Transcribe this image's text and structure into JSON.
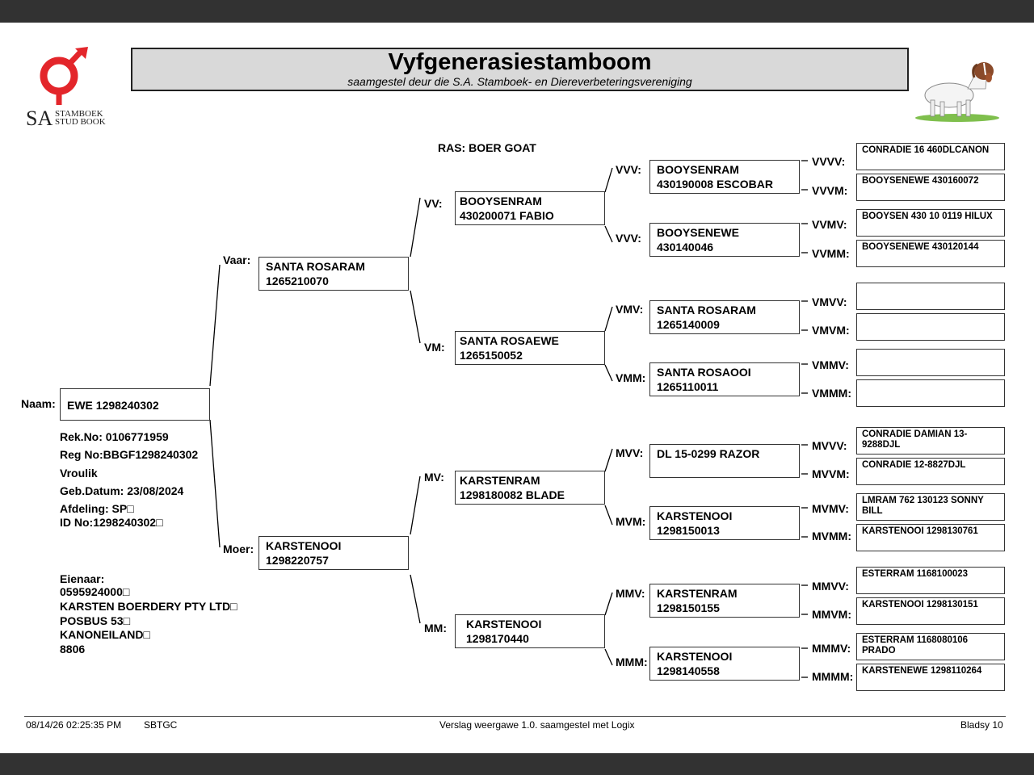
{
  "header": {
    "title": "Vyfgenerasiestamboom",
    "subtitle": "saamgestel deur die S.A. Stamboek- en Diereverbeteringsvereniging",
    "logo_sa": "SA",
    "logo_stamboek": "STAMBOEK",
    "logo_studbook": "STUD BOOK"
  },
  "breed": "RAS: BOER GOAT",
  "animal": {
    "name_label": "Naam:",
    "name": "EWE 1298240302",
    "rek_no": "Rek.No: 0106771959",
    "reg_no": "Reg No:BBGF1298240302",
    "sex": "Vroulik",
    "birth_date": "Geb.Datum: 23/08/2024",
    "section": "Afdeling: SP□",
    "id_no": "ID No:1298240302□"
  },
  "owner": {
    "label": "Eienaar:",
    "code": "0595924000□",
    "name": "KARSTEN BOERDERY PTY LTD□",
    "po_box": "POSBUS 53□",
    "town": "KANONEILAND□",
    "postcode": "8806"
  },
  "gen1": {
    "sire": {
      "label": "Vaar:",
      "line1": "SANTA ROSARAM",
      "line2": "1265210070"
    },
    "dam": {
      "label": "Moer:",
      "line1": "KARSTENOOI",
      "line2": "1298220757"
    }
  },
  "gen2": {
    "vv": {
      "label": "VV:",
      "line1": "BOOYSENRAM",
      "line2": "430200071 FABIO"
    },
    "vm": {
      "label": "VM:",
      "line1": "SANTA ROSAEWE",
      "line2": "1265150052"
    },
    "mv": {
      "label": "MV:",
      "line1": "KARSTENRAM",
      "line2": "1298180082 BLADE"
    },
    "mm": {
      "label": "MM:",
      "line1": "KARSTENOOI",
      "line2": "1298170440"
    }
  },
  "gen3": {
    "vvv": {
      "label": "VVV:",
      "line1": "BOOYSENRAM",
      "line2": "430190008 ESCOBAR"
    },
    "vvm": {
      "label": "VVV:",
      "line1": "BOOYSENEWE",
      "line2": "430140046"
    },
    "vmv": {
      "label": "VMV:",
      "line1": "SANTA ROSARAM",
      "line2": "1265140009"
    },
    "vmm": {
      "label": "VMM:",
      "line1": "SANTA ROSAOOI",
      "line2": "1265110011"
    },
    "mvv": {
      "label": "MVV:",
      "line1": "DL 15-0299 RAZOR",
      "line2": ""
    },
    "mvm": {
      "label": "MVM:",
      "line1": "KARSTENOOI",
      "line2": "1298150013"
    },
    "mmv": {
      "label": "MMV:",
      "line1": "KARSTENRAM",
      "line2": "1298150155"
    },
    "mmm": {
      "label": "MMM:",
      "line1": "KARSTENOOI",
      "line2": "1298140558"
    }
  },
  "gen4": [
    {
      "label": "VVVV:",
      "text": "CONRADIE 16 460DLCANON"
    },
    {
      "label": "VVVM:",
      "text": "BOOYSENEWE 430160072"
    },
    {
      "label": "VVMV:",
      "text": "BOOYSEN 430 10 0119 HILUX"
    },
    {
      "label": "VVMM:",
      "text": "BOOYSENEWE 430120144"
    },
    {
      "label": "VMVV:",
      "text": ""
    },
    {
      "label": "VMVM:",
      "text": ""
    },
    {
      "label": "VMMV:",
      "text": ""
    },
    {
      "label": "VMMM:",
      "text": ""
    },
    {
      "label": "MVVV:",
      "text": "CONRADIE DAMIAN 13-9288DJL"
    },
    {
      "label": "MVVM:",
      "text": "CONRADIE 12-8827DJL"
    },
    {
      "label": "MVMV:",
      "text": "LMRAM 762 130123 SONNY BILL"
    },
    {
      "label": "MVMM:",
      "text": "KARSTENOOI 1298130761"
    },
    {
      "label": "MMVV:",
      "text": "ESTERRAM 1168100023"
    },
    {
      "label": "MMVM:",
      "text": "KARSTENOOI 1298130151"
    },
    {
      "label": "MMMV:",
      "text": "ESTERRAM  1168080106 PRADO"
    },
    {
      "label": "MMMM:",
      "text": "KARSTENEWE 1298110264"
    }
  ],
  "footer": {
    "datetime": "08/14/26 02:25:35 PM",
    "code": "SBTGC",
    "report": "Verslag weergawe 1.0. saamgestel met Logix",
    "page": "Bladsy 10"
  },
  "colors": {
    "logo_red": "#e3262b",
    "title_bg": "#d9d9d9",
    "viewer_bar": "#323232"
  }
}
